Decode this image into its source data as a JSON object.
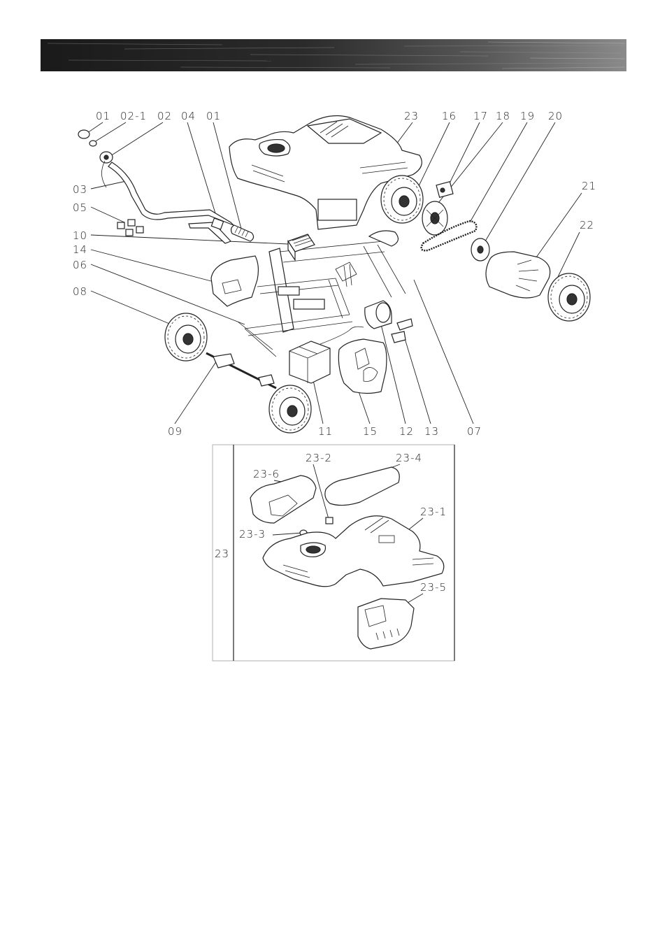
{
  "main_callouts": [
    "01",
    "02-1",
    "02",
    "04",
    "01",
    "23",
    "16",
    "17",
    "18",
    "19",
    "20",
    "21",
    "22",
    "03",
    "05",
    "10",
    "14",
    "06",
    "08",
    "09",
    "11",
    "15",
    "12",
    "13",
    "07"
  ],
  "inset": {
    "side_label": "23",
    "callouts": [
      "23-2",
      "23-4",
      "23-6",
      "23-1",
      "23-3",
      "23-5"
    ]
  }
}
